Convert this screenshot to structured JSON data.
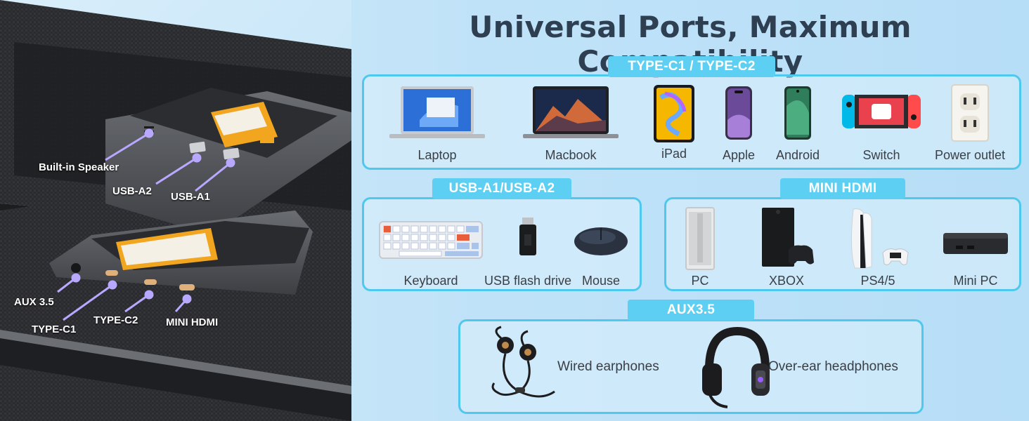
{
  "title": "Universal Ports, Maximum Compatibility",
  "callouts": {
    "speaker": "Built-in Speaker",
    "usb_a2": "USB-A2",
    "usb_a1": "USB-A1",
    "aux": "AUX 3.5",
    "type_c1": "TYPE-C1",
    "type_c2": "TYPE-C2",
    "mini_hdmi": "MINI HDMI"
  },
  "groups": {
    "typec": {
      "tag": "TYPE-C1 / TYPE-C2",
      "items": [
        "Laptop",
        "Macbook",
        "iPad",
        "Apple",
        "Android",
        "Switch",
        "Power outlet"
      ]
    },
    "usba": {
      "tag": "USB-A1/USB-A2",
      "items": [
        "Keyboard",
        "USB flash drive",
        "Mouse"
      ]
    },
    "hdmi": {
      "tag": "MINI HDMI",
      "items": [
        "PC",
        "XBOX",
        "PS4/5",
        "Mini PC"
      ]
    },
    "aux": {
      "tag": "AUX3.5",
      "items": [
        "Wired earphones",
        "Over-ear headphones"
      ]
    }
  },
  "colors": {
    "accent": "#5ccff2",
    "border": "#4fc8ee",
    "title": "#2e3f52",
    "callout_dot": "#b9a8ff"
  }
}
